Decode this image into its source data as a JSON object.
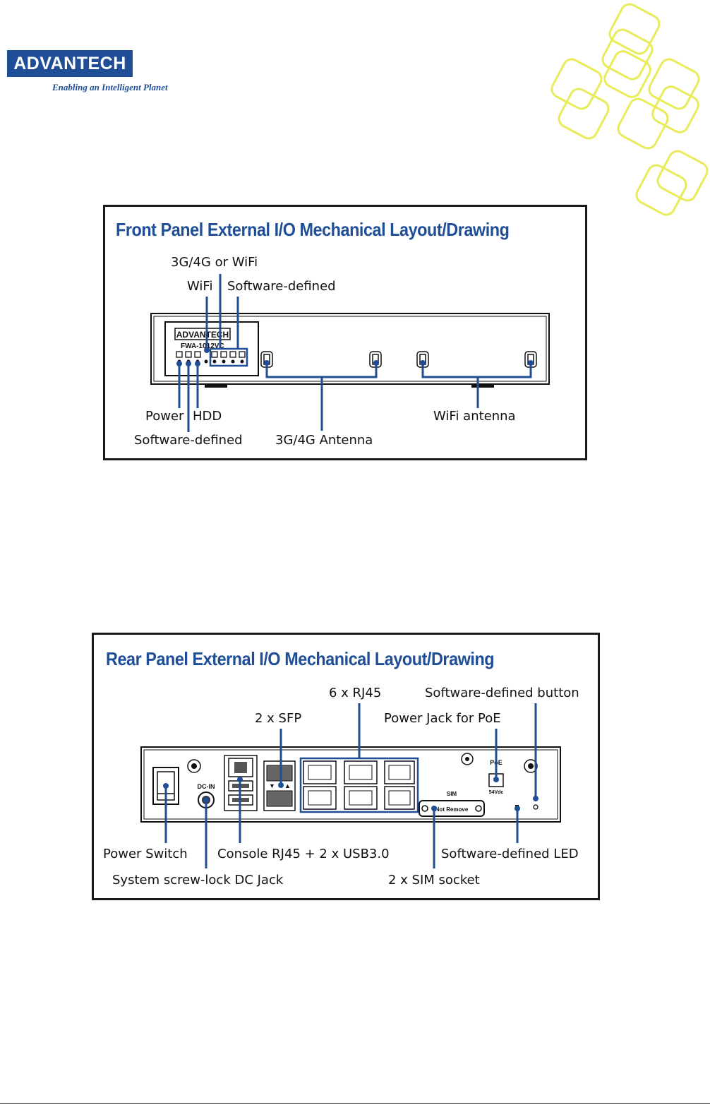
{
  "brand": {
    "logo": "ADVANTECH",
    "tagline": "Enabling an Intelligent Planet",
    "color": "#1f4e96",
    "accent": "#e8ec5a"
  },
  "front_panel": {
    "title": "Front Panel External I/O Mechanical Layout/Drawing",
    "device_text": {
      "brand": "ADVANTECH",
      "model": "FWA-1012VC"
    },
    "labels": {
      "lte_or_wifi": "3G/4G or WiFi",
      "wifi": "WiFi",
      "software_defined_top": "Software-defined",
      "power": "Power",
      "hdd": "HDD",
      "software_defined_bottom": "Software-defined",
      "lte_antenna": "3G/4G Antenna",
      "wifi_antenna": "WiFi antenna"
    }
  },
  "rear_panel": {
    "title": "Rear Panel External I/O Mechanical Layout/Drawing",
    "device_text": {
      "dc_in": "DC-IN",
      "sim": "SIM",
      "hot_remove": "Not Remove",
      "poe": "PoE",
      "poe_volt": "54Vdc"
    },
    "labels": {
      "rj45": "6 x RJ45",
      "sw_button": "Software-defined button",
      "sfp": "2 x SFP",
      "poe_jack": "Power Jack for PoE",
      "power_switch": "Power Switch",
      "console": "Console RJ45 + 2 x USB3.0",
      "sw_led": "Software-defined LED",
      "dc_jack": "System screw-lock DC Jack",
      "sim_socket": "2 x SIM socket"
    }
  }
}
